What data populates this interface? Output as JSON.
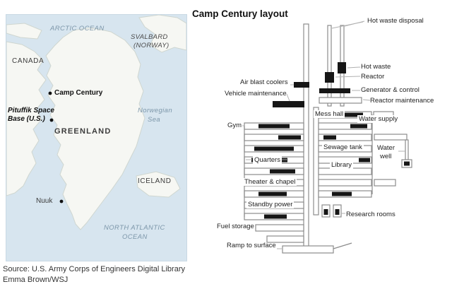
{
  "title": "Camp Century layout",
  "map": {
    "ocean_labels": {
      "arctic_ocean": "ARCTIC OCEAN",
      "norwegian_sea_1": "Norwegian",
      "norwegian_sea_2": "Sea",
      "north_atlantic_1": "NORTH ATLANTIC",
      "north_atlantic_2": "OCEAN"
    },
    "place_labels": {
      "canada": "CANADA",
      "greenland": "GREENLAND",
      "iceland": "ICELAND",
      "svalbard_1": "SVALBARD",
      "svalbard_2": "(NORWAY)",
      "camp_century": "Camp Century",
      "pituffik_1": "Pituffik Space",
      "pituffik_2": "Base (U.S.)",
      "nuuk": "Nuuk"
    }
  },
  "diagram": {
    "labels": {
      "hot_waste_disposal": "Hot waste disposal",
      "hot_waste": "Hot waste",
      "reactor": "Reactor",
      "air_blast_coolers": "Air blast coolers",
      "generator_control": "Generator & control",
      "vehicle_maintenance": "Vehicle maintenance",
      "reactor_maintenance": "Reactor maintenance",
      "mess_hall": "Mess hall",
      "water_supply": "Water supply",
      "gym": "Gym",
      "sewage_tank": "Sewage tank",
      "water_well_1": "Water",
      "water_well_2": "well",
      "library": "Library",
      "quarters": "Quarters",
      "theater_chapel": "Theater & chapel",
      "standby_power": "Standby power",
      "research_rooms": "Research rooms",
      "fuel_storage": "Fuel storage",
      "ramp_to_surface": "Ramp to surface"
    }
  },
  "footer": {
    "source": "Source: U.S. Army Corps of Engineers Digital Library",
    "credit": "Emma Brown/WSJ"
  },
  "colors": {
    "ocean": "#d7e5ef",
    "land": "#f6f7f3",
    "ocean_label": "#7d97aa",
    "tunnel_outline": "#8c8c8c",
    "facility_fill": "#161616",
    "ink": "#222222"
  }
}
